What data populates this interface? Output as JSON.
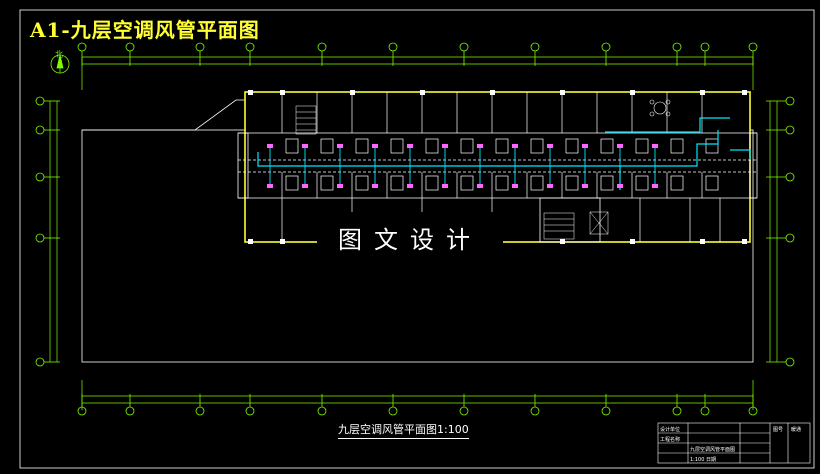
{
  "drawing": {
    "title": "A1-九层空调风管平面图",
    "caption": "九层空调风管平面图1:100",
    "watermark": "图文设计",
    "north_arrow_label": "北"
  },
  "colors": {
    "background": "#000000",
    "walls": "#ffffff",
    "duct": "#00e5ff",
    "dimension": "#7cfc00",
    "highlight": "#ffff33",
    "equipment": "#ff66ff"
  },
  "title_block": {
    "rows": [
      "设计单位",
      "工程名称",
      "九层空调风管平面图",
      "1:100  日期"
    ],
    "right": [
      "图号",
      "暖通"
    ]
  }
}
